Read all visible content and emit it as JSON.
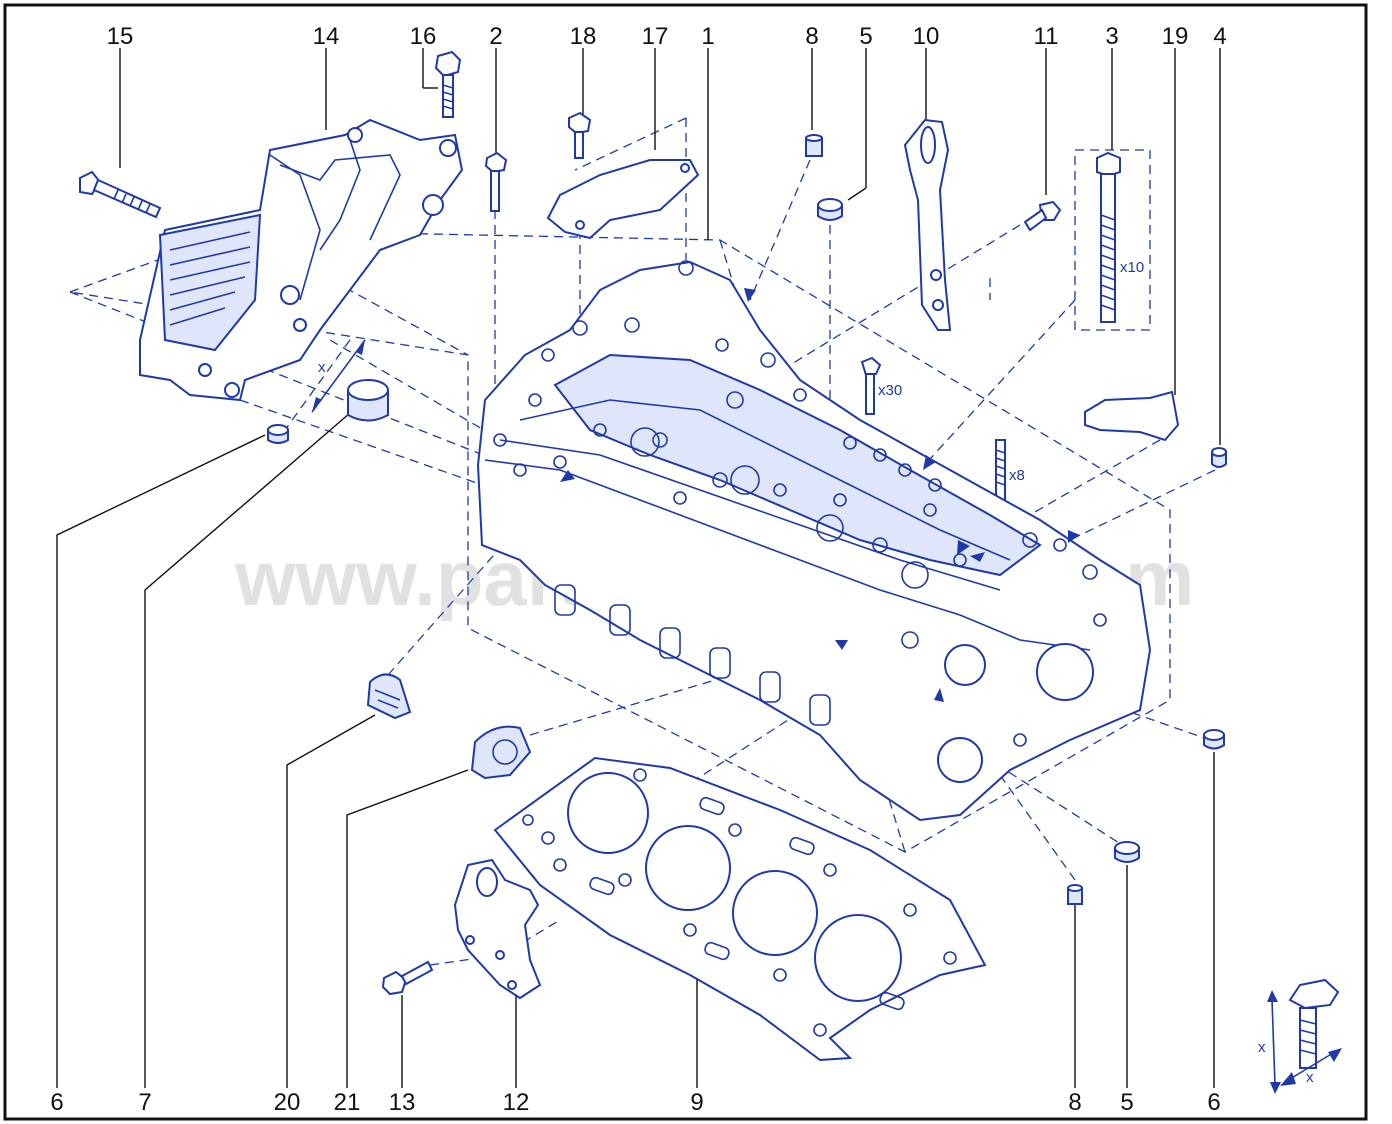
{
  "watermark": "www.partsnissanstar.com",
  "callouts_top": [
    "15",
    "14",
    "16",
    "2",
    "18",
    "17",
    "1",
    "8",
    "5",
    "10",
    "11",
    "3",
    "19",
    "4"
  ],
  "callouts_bottom": [
    "6",
    "7",
    "20",
    "21",
    "13",
    "12",
    "9",
    "8",
    "5",
    "6"
  ],
  "quantities": {
    "bolt_3": "x10",
    "bolt_x30": "x30",
    "stud_x8": "x8"
  },
  "dimension_marks": {
    "sleeve": "x",
    "legend_vertical": "x",
    "legend_horizontal": "x"
  },
  "colors": {
    "line": "#1f3aa8",
    "shade": "#dfe5fb",
    "label": "#111111",
    "frame": "#111111",
    "watermark": "#c9c9c9"
  }
}
